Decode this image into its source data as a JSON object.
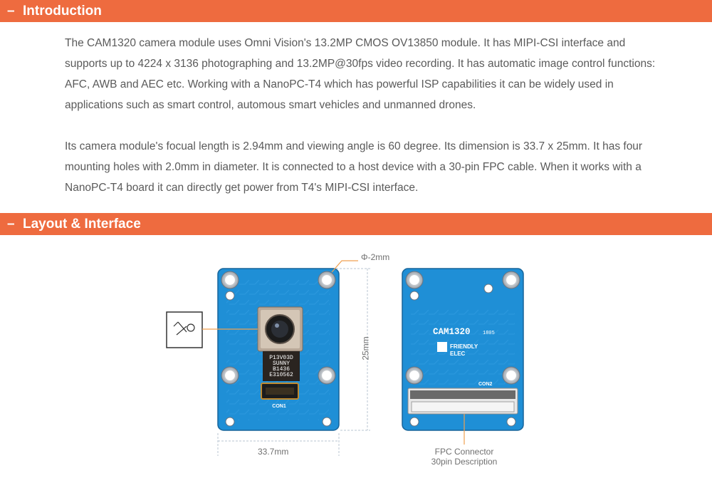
{
  "sections": {
    "introduction": {
      "toggle": "–",
      "title": "Introduction"
    },
    "layout": {
      "toggle": "–",
      "title": "Layout & Interface"
    }
  },
  "intro_paragraphs": [
    "The CAM1320 camera module uses Omni Vision's 13.2MP CMOS OV13850 module. It has MIPI-CSI interface and supports up to 4224 x 3136 photographing and 13.2MP@30fps video recording.  It has automatic image control functions: AFC, AWB and AEC etc. Working with a NanoPC-T4 which has powerful ISP capabilities it can be widely used in applications such as smart control, automous smart vehicles and unmanned drones.",
    "Its camera module's focual length is 2.94mm and viewing angle is 60 degree. Its dimension is 33.7 x 25mm. It has four mounting holes with 2.0mm in diameter. It is connected to a host device with a 30-pin FPC cable. When it works with a NanoPC-T4 board it can directly get power from T4's MIPI-CSI interface."
  ],
  "diagram": {
    "hole_label": "Φ-2mm",
    "height_label": "25mm",
    "width_label": "33.7mm",
    "connector_label_line1": "FPC Connector",
    "connector_label_line2": "30pin Description",
    "front_board": {
      "sensor_text_1": "P13V03D",
      "sensor_text_2": "SUNNY",
      "sensor_text_3": "B1436",
      "sensor_text_4": "E310562",
      "connector_label": "CON1"
    },
    "back_board": {
      "model": "CAM1320",
      "model_suffix": "1805",
      "brand_line1": "FRIENDLY",
      "brand_line2": "ELEC",
      "connector_label": "CON2"
    }
  },
  "colors": {
    "header_bg": "#ee6b3f",
    "pcb_blue": "#1f8fd6",
    "leader_orange": "#f0a050"
  }
}
